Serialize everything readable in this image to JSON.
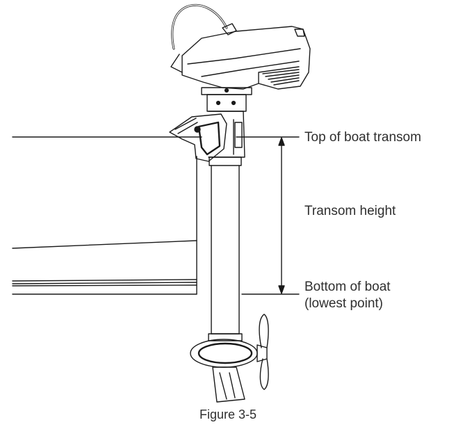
{
  "labels": {
    "top_of_transom": "Top of boat transom",
    "transom_height": "Transom height",
    "bottom_of_boat_line1": "Bottom of boat",
    "bottom_of_boat_line2": "(lowest point)"
  },
  "caption": "Figure 3-5",
  "colors": {
    "line": "#1a1a1a",
    "text": "#2f2f2f",
    "background": "#ffffff"
  }
}
